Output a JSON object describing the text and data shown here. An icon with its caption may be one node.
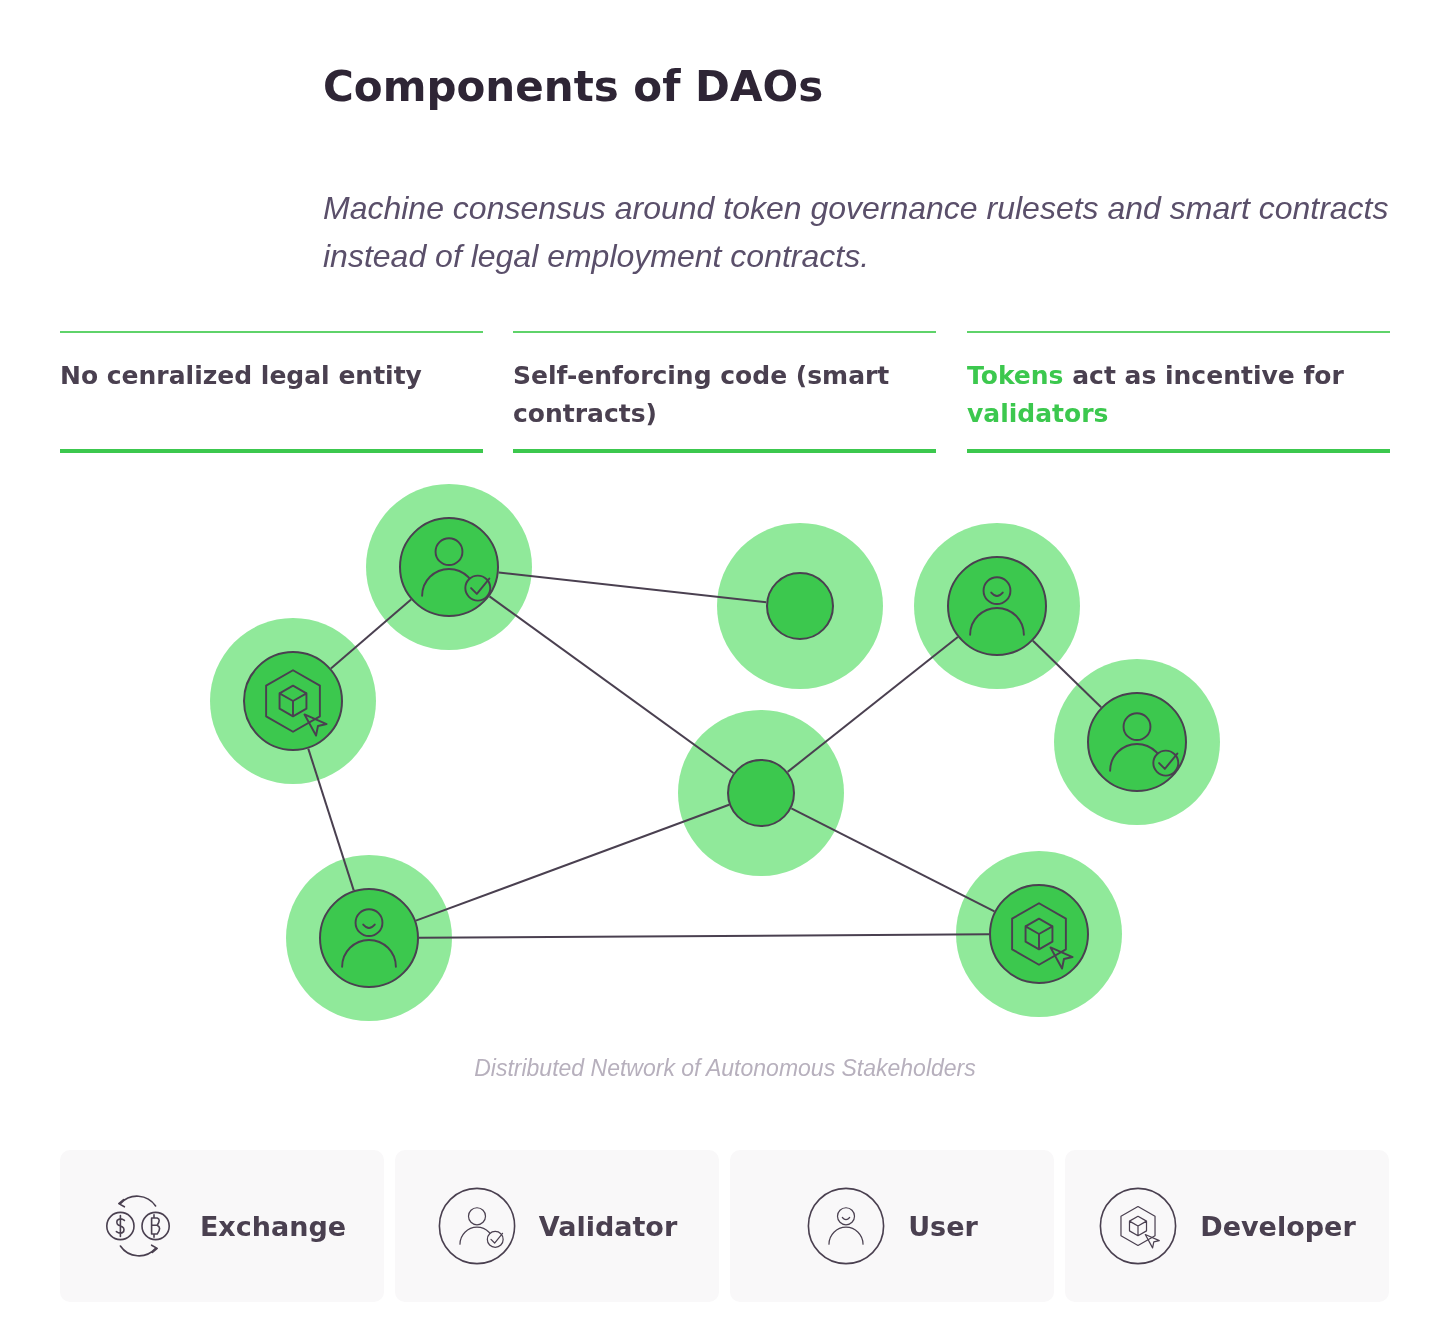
{
  "diagram": {
    "title": "Components of DAOs",
    "caption": "Distributed Network of Autonomous Stakeholders",
    "nodes": [
      {
        "text": [],
        "shape": "circle"
      },
      {
        "text": [],
        "shape": "circle"
      },
      {
        "text": [],
        "shape": "circle"
      },
      {
        "text": [],
        "shape": "circle"
      },
      {
        "text": [],
        "shape": "circle"
      },
      {
        "text": [],
        "shape": "circle"
      },
      {
        "text": [],
        "shape": "circle"
      },
      {
        "text": [],
        "shape": "circle"
      }
    ],
    "edges": [
      {
        "from": 2,
        "to": 0,
        "arrow": "none"
      },
      {
        "from": 2,
        "to": 4,
        "arrow": "none"
      },
      {
        "from": 2,
        "to": 3,
        "arrow": "none"
      },
      {
        "from": 0,
        "to": 1,
        "arrow": "none"
      },
      {
        "from": 1,
        "to": 3,
        "arrow": "none"
      },
      {
        "from": 1,
        "to": 6,
        "arrow": "none"
      },
      {
        "from": 3,
        "to": 5,
        "arrow": "none"
      },
      {
        "from": 3,
        "to": 6,
        "arrow": "none"
      },
      {
        "from": 5,
        "to": 7,
        "arrow": "none"
      }
    ],
    "labels": [
      "Machine consensus around token governance rulesets and smart contracts instead of legal employment contracts.",
      "No cenralized legal entity",
      "Self-enforcing code (smart contracts)",
      "**Tokens** act as incentive for **validators**"
    ],
    "legend": [
      {
        "text": "Exchange"
      },
      {
        "text": "Validator"
      },
      {
        "text": "User"
      },
      {
        "text": "Developer"
      }
    ]
  }
}
